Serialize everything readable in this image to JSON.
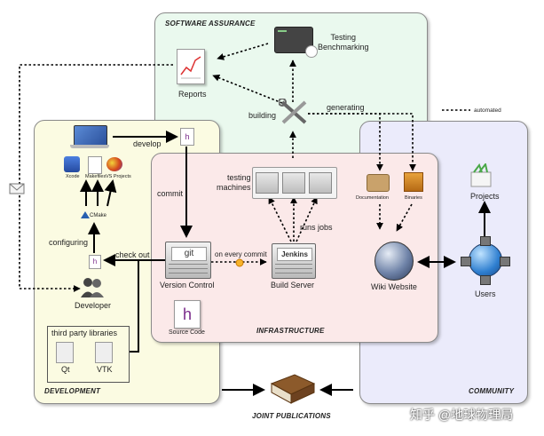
{
  "regions": {
    "software_assurance": "SOFTWARE ASSURANCE",
    "development": "DEVELOPMENT",
    "infrastructure": "INFRASTRUCTURE",
    "community": "COMMUNITY",
    "joint_publications": "JOINT PUBLICATIONS"
  },
  "nodes": {
    "testing_benchmarking": "Testing\nBenchmarking",
    "reports": "Reports",
    "building": "building",
    "generating": "generating",
    "automated": "automated",
    "develop": "develop",
    "commit": "commit",
    "testing_machines": "testing\nmachines",
    "runs_jobs": "runs jobs",
    "documentation": "Documentation",
    "binaries": "Binaries",
    "projects": "Projects",
    "xcode": "Xcode",
    "makefiles": "Makefiles",
    "vs_projects": "VS Projects",
    "cmake": "CMake",
    "configuring": "configuring",
    "check_out": "check out",
    "on_every_commit": "on every commit",
    "git_logo": "git",
    "jenkins_logo": "Jenkins",
    "version_control": "Version Control",
    "build_server": "Build Server",
    "wiki_website": "Wiki Website",
    "users": "Users",
    "developer": "Developer",
    "source_code": "Source Code",
    "third_party": "third party libraries",
    "qt": "Qt",
    "vtk": "VTK"
  },
  "watermark": "知乎 @地球物理局",
  "colors": {
    "software_assurance_bg": "#eaf9ee",
    "development_bg": "#fbfbe2",
    "infrastructure_bg": "#fbe9e9",
    "community_bg": "#ebebfb"
  }
}
